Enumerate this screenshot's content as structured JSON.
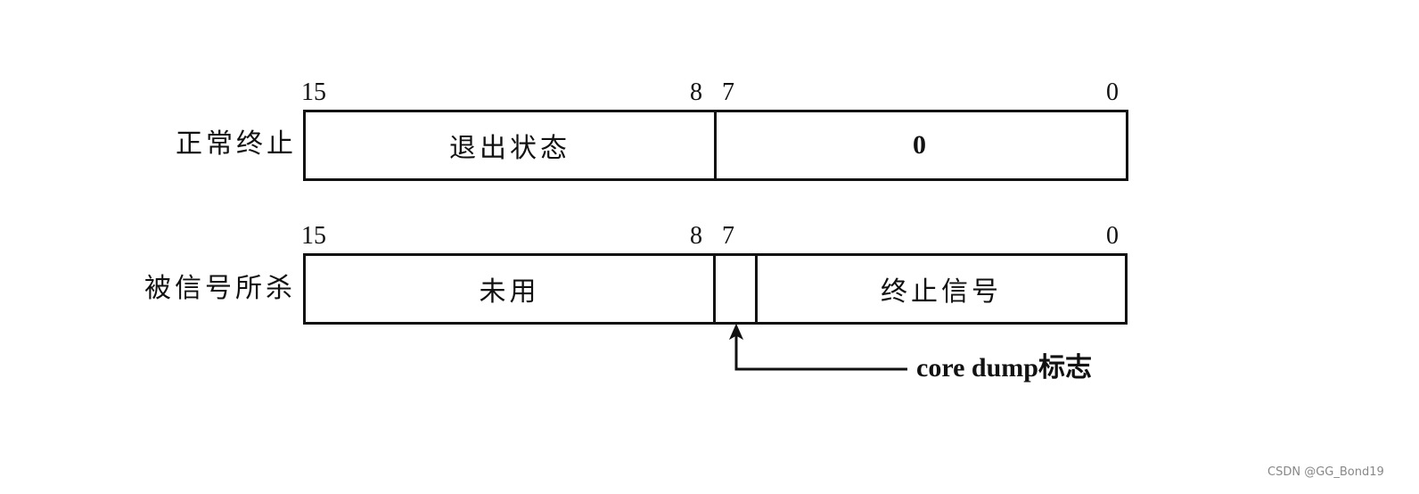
{
  "rows": [
    {
      "label": "正常终止",
      "bits": {
        "b15": "15",
        "b8": "8",
        "b7": "7",
        "b0": "0"
      },
      "cells": [
        "退出状态",
        "0"
      ]
    },
    {
      "label": "被信号所杀",
      "bits": {
        "b15": "15",
        "b8": "8",
        "b7": "7",
        "b0": "0"
      },
      "cells": [
        "未用",
        "",
        "终止信号"
      ]
    }
  ],
  "annotation": {
    "latin": "core dump",
    "cjk": "标志"
  },
  "watermark": "CSDN @GG_Bond19"
}
